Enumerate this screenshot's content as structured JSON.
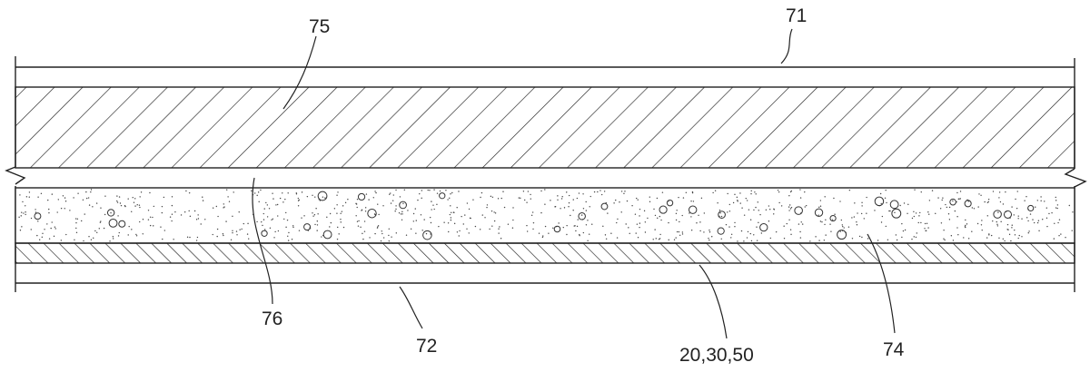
{
  "labels": {
    "l71": "71",
    "l75": "75",
    "l76": "76",
    "l72": "72",
    "l20_30_50": "20,30,50",
    "l74": "74"
  },
  "colors": {
    "ink": "#222222",
    "background": "#ffffff"
  }
}
